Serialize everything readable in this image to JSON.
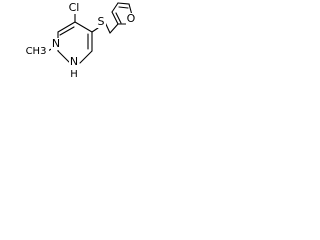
{
  "molecule": {
    "atoms": {
      "chlorine": "Cl",
      "sulfur": "S",
      "furan_oxygen": "O",
      "ring_nitrogen_methyl": "N",
      "ring_nitrogen_h": "N",
      "hydrogen": "H",
      "methyl": "CH3"
    }
  }
}
